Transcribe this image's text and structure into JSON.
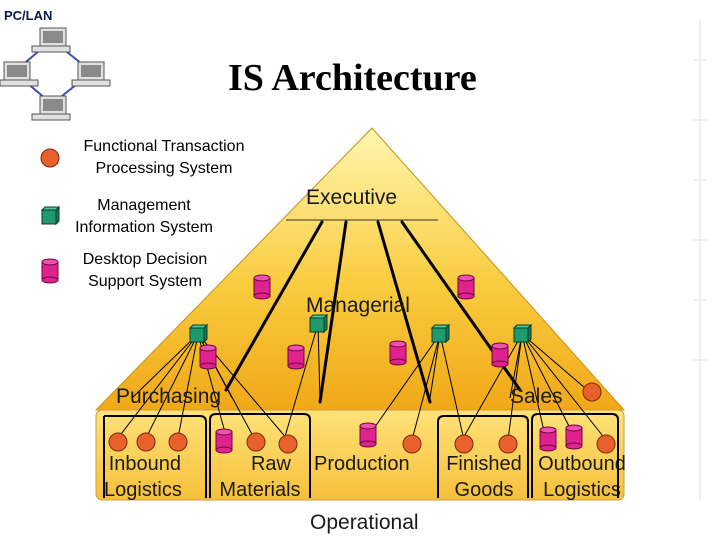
{
  "corner_label": "PC/LAN",
  "title": "IS Architecture",
  "legend": [
    {
      "label": [
        "Functional Transaction",
        "Processing System"
      ],
      "shape": "circle",
      "color": "#e8602a"
    },
    {
      "label": [
        "Management",
        "Information System"
      ],
      "shape": "cube",
      "color": "#1f9a6e"
    },
    {
      "label": [
        "Desktop Decision",
        "Support System"
      ],
      "shape": "cylinder",
      "color": "#e0228e"
    }
  ],
  "levels": {
    "executive": "Executive",
    "managerial": "Managerial",
    "operational": "Operational"
  },
  "departments": {
    "purchasing": "Purchasing",
    "sales": "Sales",
    "inbound": [
      "Inbound",
      "Logistics"
    ],
    "raw": [
      "Raw",
      "Materials"
    ],
    "production": [
      "Production",
      ""
    ],
    "finished": [
      "Finished",
      "Goods"
    ],
    "outbound": [
      "Outbound",
      "Logistics"
    ]
  },
  "colors": {
    "pyramid_top": "#fff2a0",
    "pyramid_bottom": "#f2b01e",
    "functional": "#e8602a",
    "mis": "#1f9a6e",
    "dss": "#e0228e"
  }
}
